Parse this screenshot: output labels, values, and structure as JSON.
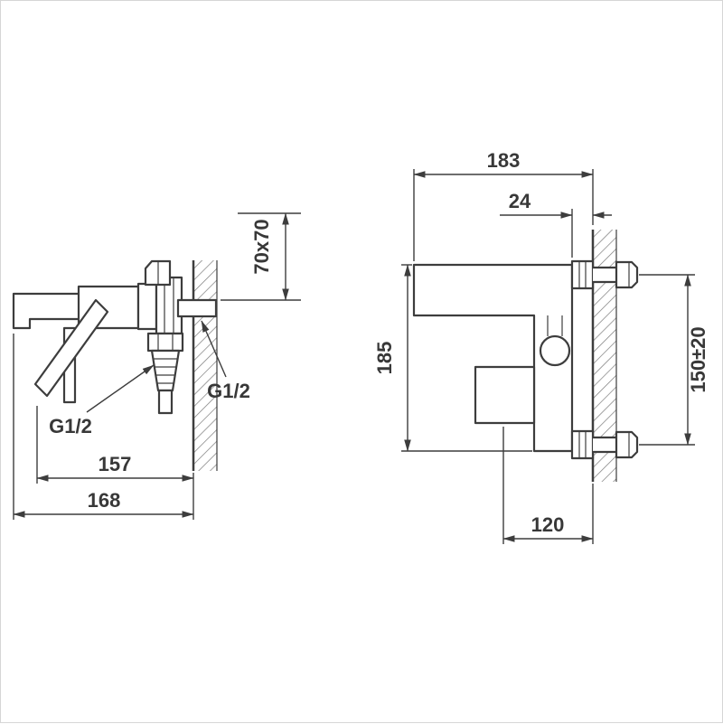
{
  "drawing": {
    "background": "#ffffff",
    "line_color": "#3d3d3d",
    "side_view": {
      "dim_plate": "70x70",
      "thread_hose": "G1/2",
      "thread_wall": "G1/2",
      "dim_depth_inner": "157",
      "dim_depth_total": "168"
    },
    "front_view": {
      "dim_width": "183",
      "dim_wall_offset": "24",
      "dim_height": "185",
      "dim_inlet_spacing": "150±20",
      "dim_handle_depth": "120"
    }
  }
}
